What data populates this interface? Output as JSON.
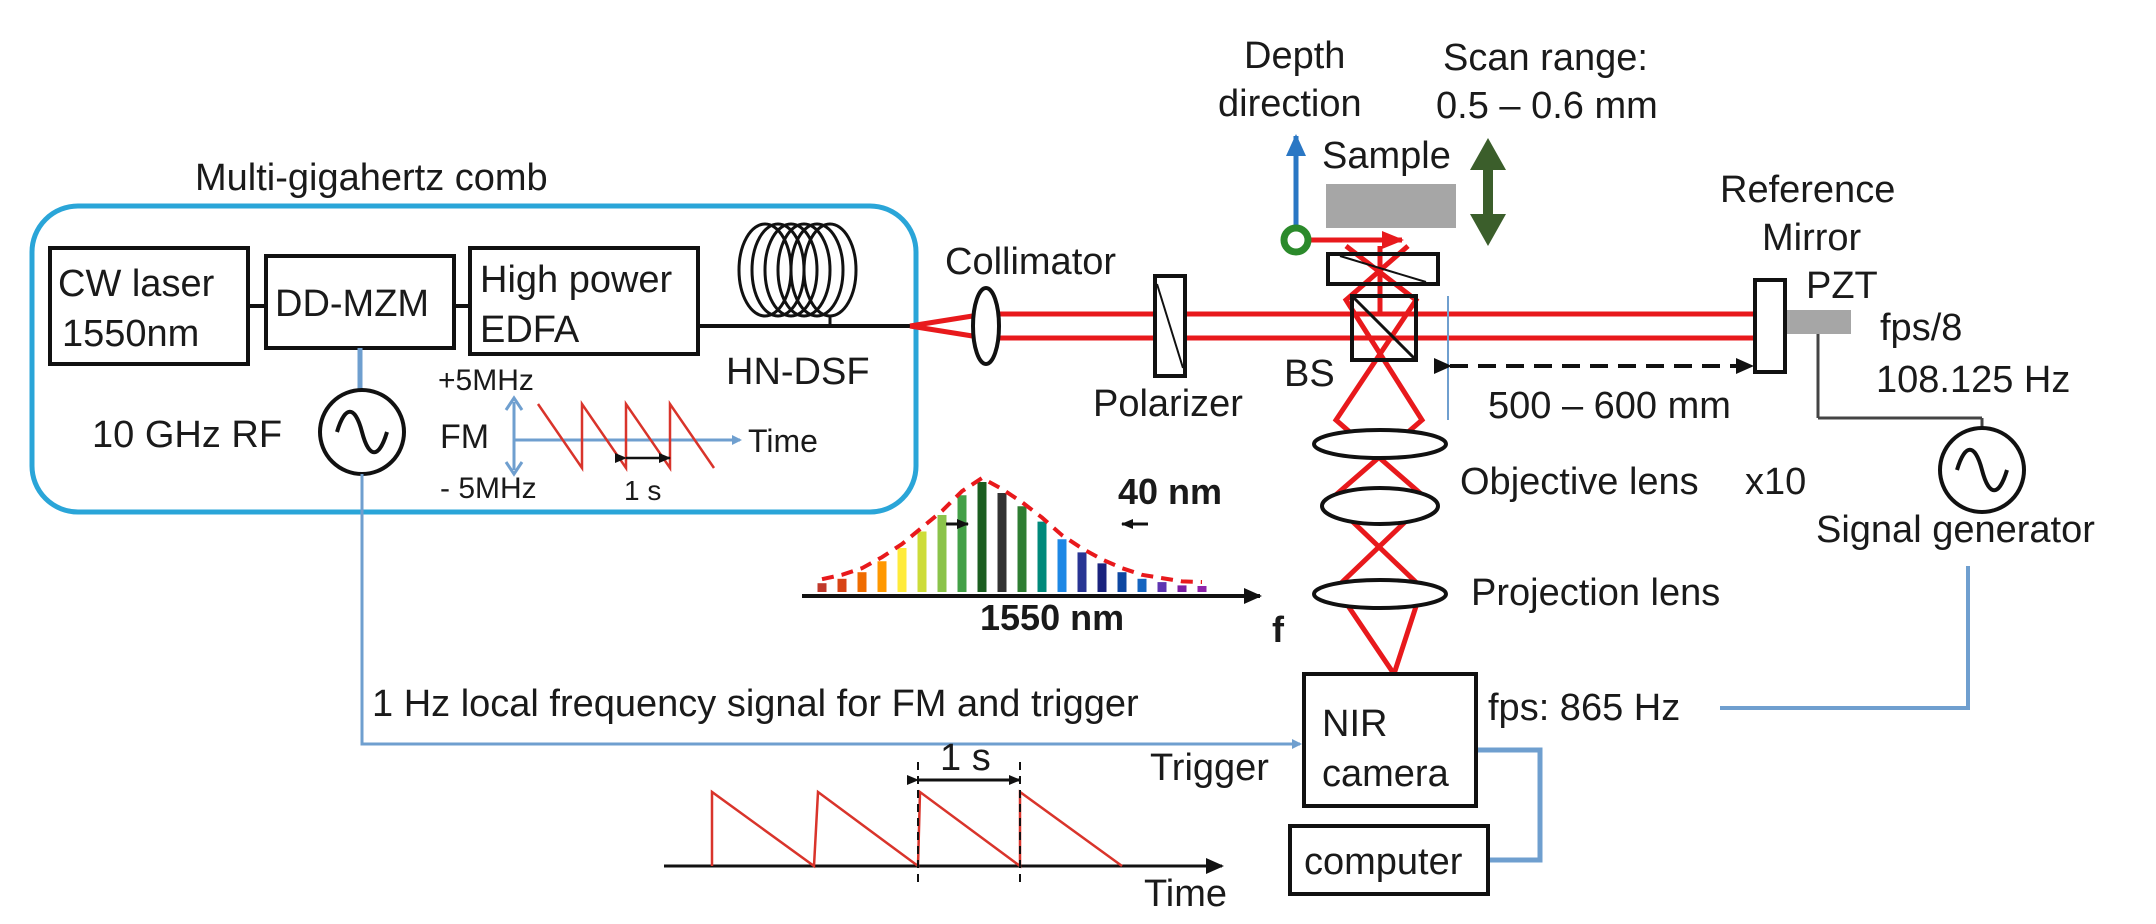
{
  "labels": {
    "comb_title": "Multi-gigahertz comb",
    "cw_laser_line1": "CW laser",
    "cw_laser_line2": "1550nm",
    "ddmzm": "DD-MZM",
    "edfa_line1": "High power",
    "edfa_line2": "EDFA",
    "hndsf": "HN-DSF",
    "rf": "10 GHz RF",
    "fm": "FM",
    "fm_plus": "+5MHz",
    "fm_minus": "- 5MHz",
    "fm_time": "Time",
    "fm_period": "1 s",
    "collimator": "Collimator",
    "polarizer": "Polarizer",
    "bs": "BS",
    "depth_line1": "Depth",
    "depth_line2": "direction",
    "scan_line1": "Scan range:",
    "scan_line2": "0.5 – 0.6 mm",
    "sample": "Sample",
    "ref_line1": "Reference",
    "ref_line2": "Mirror",
    "pzt": "PZT",
    "fps8_line1": "fps/8",
    "fps8_line2": "108.125 Hz",
    "distance": "500 – 600 mm",
    "objective": "Objective lens",
    "x10": "x10",
    "projection": "Projection lens",
    "signal_gen": "Signal generator",
    "spectrum_width": "40 nm",
    "spectrum_center": "1550 nm",
    "spectrum_axis": "f",
    "lf_signal": "1 Hz local frequency signal for FM and trigger",
    "trigger": "Trigger",
    "camera_line1": "NIR",
    "camera_line2": "camera",
    "camera_fps": "fps: 865 Hz",
    "computer": "computer",
    "trig_period": "1 s",
    "trig_time": "Time"
  },
  "colors": {
    "beam": "#e8191c",
    "comb_frame": "#2aa5d8",
    "signal_line": "#6f9fcf",
    "ramp": "#d9342b",
    "depth_arrow": "#2a77c4",
    "scan_arrow": "#3b5e2b",
    "sample": "#a6a6a6",
    "pzt": "#a6a6a6",
    "spectrum_envelope": "#e8191c"
  },
  "spectrum_lines": [
    {
      "color": "#c0392b",
      "level": 0.08
    },
    {
      "color": "#d84315",
      "level": 0.12
    },
    {
      "color": "#ef6c00",
      "level": 0.18
    },
    {
      "color": "#ff9800",
      "level": 0.28
    },
    {
      "color": "#ffeb3b",
      "level": 0.4
    },
    {
      "color": "#cddc39",
      "level": 0.55
    },
    {
      "color": "#8bc34a",
      "level": 0.7
    },
    {
      "color": "#43a047",
      "level": 0.88
    },
    {
      "color": "#1b5e20",
      "level": 1.0
    },
    {
      "color": "#333333",
      "level": 0.9
    },
    {
      "color": "#2e7d32",
      "level": 0.78
    },
    {
      "color": "#00897b",
      "level": 0.64
    },
    {
      "color": "#1e88e5",
      "level": 0.48
    },
    {
      "color": "#283593",
      "level": 0.36
    },
    {
      "color": "#1a237e",
      "level": 0.26
    },
    {
      "color": "#0d47a1",
      "level": 0.18
    },
    {
      "color": "#1565c0",
      "level": 0.12
    },
    {
      "color": "#5e35b1",
      "level": 0.09
    },
    {
      "color": "#7b1fa2",
      "level": 0.06
    },
    {
      "color": "#8e24aa",
      "level": 0.04
    }
  ]
}
